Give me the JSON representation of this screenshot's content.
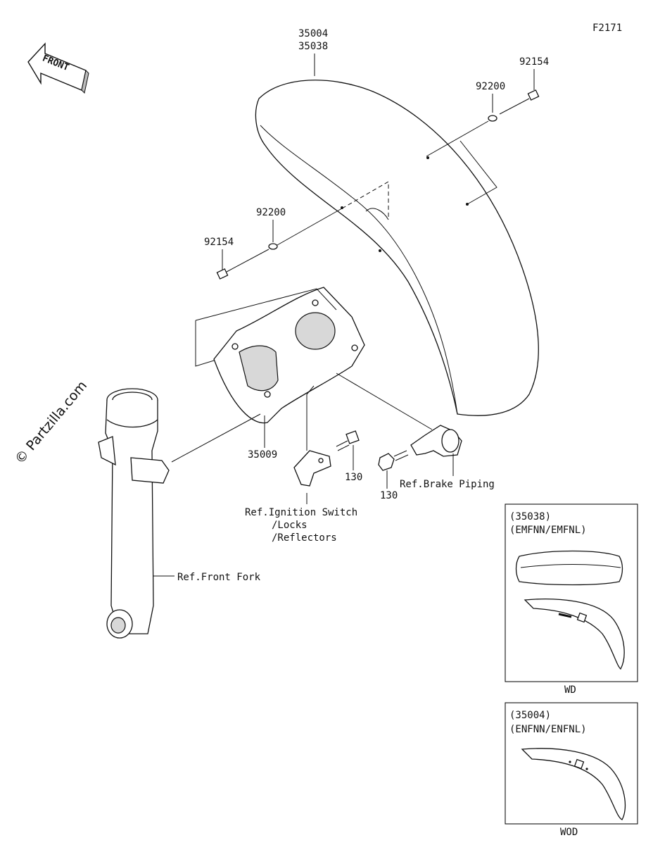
{
  "figure_code": "F2171",
  "front_arrow": "FRONT",
  "watermark": "© Partzilla.com",
  "callouts": {
    "fender_a": "35004",
    "fender_b": "35038",
    "bolt_right": "92154",
    "washer_right": "92200",
    "washer_left": "92200",
    "bolt_left": "92154",
    "bracket": "35009",
    "bolt_130_a": "130",
    "bolt_130_b": "130"
  },
  "references": {
    "brake_piping": "Ref.Brake Piping",
    "ignition_line1": "Ref.Ignition Switch",
    "ignition_line2": "/Locks",
    "ignition_line3": "/Reflectors",
    "front_fork": "Ref.Front Fork"
  },
  "inset_top": {
    "part": "(35038)",
    "variants": "(EMFNN/EMFNL)",
    "caption": "WD"
  },
  "inset_bottom": {
    "part": "(35004)",
    "variants": "(ENFNN/ENFNL)",
    "caption": "WOD"
  }
}
